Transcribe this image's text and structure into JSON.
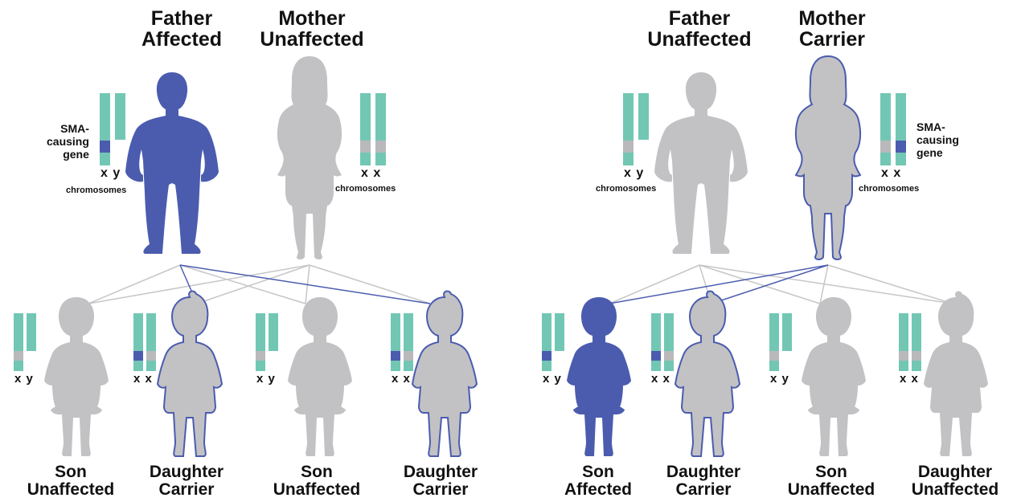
{
  "colors": {
    "affected": "#4b5caf",
    "unaffected": "#c2c2c4",
    "chromosome": "#72c7b4",
    "gene_normal": "#b9b9bb",
    "gene_sma": "#4b5caf",
    "line_gray": "#c6c6c8",
    "line_blue": "#4b5caf"
  },
  "left_panel": {
    "father": {
      "line1": "Father",
      "line2": "Affected",
      "chromosomes": "x y"
    },
    "mother": {
      "line1": "Mother",
      "line2": "Unaffected",
      "chromosomes": "x x"
    },
    "chromosomes_label": "chromosomes",
    "gene_label": {
      "line1": "SMA-",
      "line2": "causing",
      "line3": "gene"
    },
    "children": [
      {
        "line1": "Son",
        "line2": "Unaffected",
        "chromosomes": "x y"
      },
      {
        "line1": "Daughter",
        "line2": "Carrier",
        "chromosomes": "x x"
      },
      {
        "line1": "Son",
        "line2": "Unaffected",
        "chromosomes": "x y"
      },
      {
        "line1": "Daughter",
        "line2": "Carrier",
        "chromosomes": "x x"
      }
    ]
  },
  "right_panel": {
    "father": {
      "line1": "Father",
      "line2": "Unaffected",
      "chromosomes": "x y"
    },
    "mother": {
      "line1": "Mother",
      "line2": "Carrier",
      "chromosomes": "x x"
    },
    "chromosomes_label": "chromosomes",
    "gene_label": {
      "line1": "SMA-",
      "line2": "causing",
      "line3": "gene"
    },
    "children": [
      {
        "line1": "Son",
        "line2": "Affected",
        "chromosomes": "x y"
      },
      {
        "line1": "Daughter",
        "line2": "Carrier",
        "chromosomes": "x x"
      },
      {
        "line1": "Son",
        "line2": "Unaffected",
        "chromosomes": "x y"
      },
      {
        "line1": "Daughter",
        "line2": "Unaffected",
        "chromosomes": "x x"
      }
    ]
  }
}
